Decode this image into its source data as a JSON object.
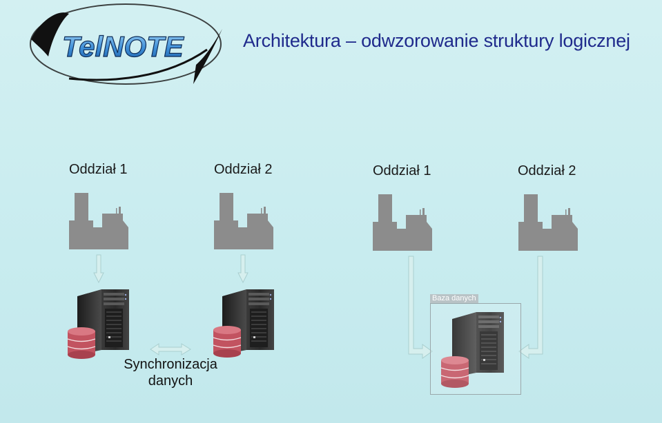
{
  "logo": {
    "text": "TelNOTE"
  },
  "title": "Architektura – odwzorowanie struktury logicznej",
  "left_diagram": {
    "branches": [
      "Oddział 1",
      "Oddział 2"
    ],
    "sync_label_line1": "Synchronizacja",
    "sync_label_line2": "danych"
  },
  "right_diagram": {
    "branches": [
      "Oddział 1",
      "Oddział 2"
    ],
    "db_badge": "Baza danych"
  },
  "colors": {
    "background": "#cdeef1",
    "title": "#1f2a8c",
    "building": "#8a8a8a",
    "arrow": "#c7e4e4",
    "db_cylinder": "#c25360",
    "server": "#2b2b2b"
  }
}
